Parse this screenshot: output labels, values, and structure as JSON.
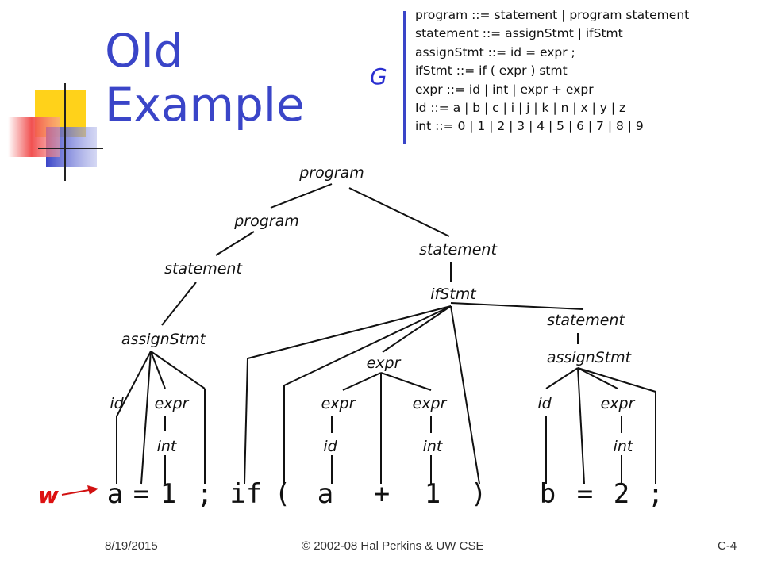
{
  "title_line1": "Old",
  "title_line2": "Example",
  "grammar_symbol": "G",
  "grammar": [
    "program ::= statement | program statement",
    "statement ::= assignStmt | ifStmt",
    "assignStmt ::= id = expr ;",
    "ifStmt ::= if ( expr ) stmt",
    "expr ::= id | int | expr + expr",
    "Id ::= a | b | c | i | j | k | n | x | y | z",
    "int ::= 0 | 1 | 2 | 3 | 4 | 5 | 6 | 7 | 8 | 9"
  ],
  "tree_nodes": {
    "program_root": "program",
    "program_left": "program",
    "statement_right": "statement",
    "statement_left": "statement",
    "ifStmt": "ifStmt",
    "statement_inner": "statement",
    "assignStmt_left": "assignStmt",
    "assignStmt_right": "assignStmt",
    "expr_mid": "expr",
    "id_1": "id",
    "expr_1": "expr",
    "expr_2": "expr",
    "expr_3": "expr",
    "id_2": "id",
    "expr_4": "expr",
    "int_1": "int",
    "id_3": "id",
    "int_2": "int",
    "int_3": "int"
  },
  "w_label": "w",
  "tokens": [
    "a",
    "=",
    "1",
    ";",
    "if",
    "(",
    "a",
    "+",
    "1",
    ")",
    "b",
    "=",
    "2",
    ";"
  ],
  "footer": {
    "date": "8/19/2015",
    "copyright": "© 2002-08 Hal Perkins & UW CSE",
    "page": "C-4"
  },
  "colors": {
    "title": "#3a45c8",
    "arrow": "#d11111",
    "logo_yellow": "#ffd21a",
    "logo_blue": "#3a45c8",
    "logo_red": "#f04848"
  }
}
